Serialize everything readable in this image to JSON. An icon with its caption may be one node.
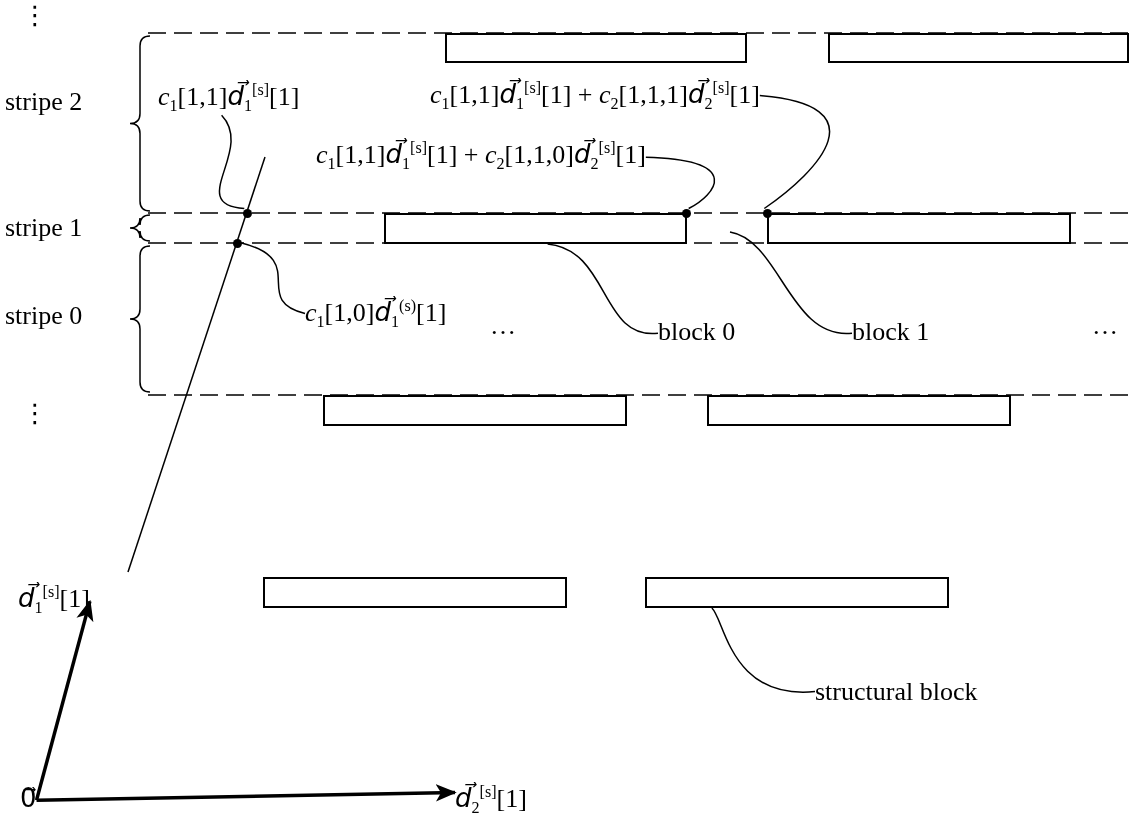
{
  "diagram": {
    "nodes": [
      {
        "text": [],
        "shape": "box"
      },
      {
        "text": [],
        "shape": "box"
      },
      {
        "text": [
          "*c*$_{1}$[1,1]*d⃗*$_{1}$$^{[s]}$[1]"
        ]
      },
      {
        "text": [
          "*c*$_{1}$[1,1]*d⃗*$_{1}$$^{[s]}$[1] + *c*$_{2}$[1,1,1]*d⃗*$_{2}$$^{[s]}$[1]"
        ]
      },
      {
        "text": [
          "*c*$_{1}$[1,1]*d⃗*$_{1}$$^{[s]}$[1] + *c*$_{2}$[1,1,0]*d⃗*$_{2}$$^{[s]}$[1]"
        ]
      },
      {
        "text": [],
        "shape": "circle"
      },
      {
        "text": [],
        "shape": "circle"
      },
      {
        "text": [],
        "shape": "circle"
      },
      {
        "text": [],
        "shape": "box"
      },
      {
        "text": [],
        "shape": "box"
      },
      {
        "text": [],
        "shape": "circle"
      },
      {
        "text": [
          "*c*$_{1}$[1,0]*d⃗*$_{1}$$^{(s)}$[1]"
        ]
      },
      {
        "text": [
          "block 0"
        ]
      },
      {
        "text": [
          "block 1"
        ]
      },
      {
        "text": [],
        "shape": "box"
      },
      {
        "text": [],
        "shape": "box"
      },
      {
        "text": [
          "*d⃗*$_{1}$$^{[s]}$[1]"
        ]
      },
      {
        "text": [],
        "shape": "box"
      },
      {
        "text": [],
        "shape": "box"
      },
      {
        "text": [
          "structural block"
        ]
      },
      {
        "text": [
          "0⃗"
        ]
      },
      {
        "text": [
          "*d⃗*$_{2}$$^{[s]}$[1]"
        ]
      }
    ],
    "edges": [
      {
        "from": 2,
        "to": 5,
        "arrow": "none"
      },
      {
        "from": 4,
        "to": 6,
        "arrow": "none"
      },
      {
        "from": 3,
        "to": 7,
        "arrow": "none"
      },
      {
        "from": 11,
        "to": 10,
        "arrow": "none"
      },
      {
        "from": 12,
        "to": 8,
        "arrow": "none"
      },
      {
        "from": 13,
        "to": null,
        "arrow": "none"
      },
      {
        "from": 19,
        "to": 18,
        "arrow": "none"
      },
      {
        "from": 20,
        "to": 16,
        "arrow": "to",
        "style": "thick"
      },
      {
        "from": 20,
        "to": 21,
        "arrow": "to",
        "style": "thick"
      }
    ],
    "labels": [
      "⋮",
      "stripe 2",
      "stripe 1",
      "stripe 0",
      "…",
      "…",
      "⋮"
    ]
  }
}
